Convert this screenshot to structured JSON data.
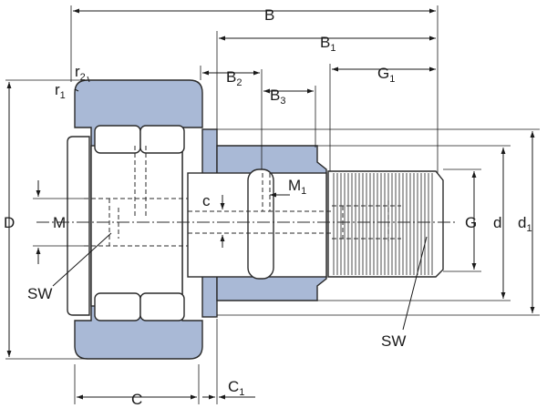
{
  "labels": {
    "B": "B",
    "B1": "B",
    "B1_sub": "1",
    "B2": "B",
    "B2_sub": "2",
    "B3": "B",
    "B3_sub": "3",
    "G1": "G",
    "G1_sub": "1",
    "r2": "r",
    "r2_sub": "2",
    "r1": "r",
    "r1_sub": "1",
    "D": "D",
    "M": "M",
    "M1": "M",
    "M1_sub": "1",
    "c": "c",
    "G": "G",
    "d": "d",
    "d1": "d",
    "d1_sub": "1",
    "SW_left": "SW",
    "SW_right": "SW",
    "C": "C",
    "C1": "C",
    "C1_sub": "1"
  },
  "colors": {
    "part_fill": "#a9b9d6",
    "white_fill": "#ffffff",
    "line": "#1a1a1a"
  }
}
